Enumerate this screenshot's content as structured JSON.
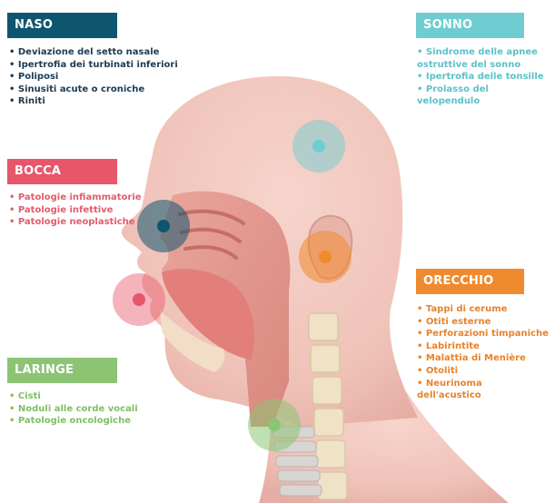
{
  "colors": {
    "naso": "#0e5570",
    "bocca": "#e8566a",
    "laringe": "#8cc474",
    "sonno": "#6fcdd1",
    "orecchio": "#f08a2e"
  },
  "sections": {
    "naso": {
      "title": "NASO",
      "items": [
        "Deviazione del setto nasale",
        "Ipertrofia dei turbinati inferiori",
        "Poliposi",
        "Sinusiti acute o croniche",
        "Riniti"
      ]
    },
    "bocca": {
      "title": "BOCCA",
      "items": [
        "Patologie infiammatorie",
        "Patologie infettive",
        "Patologie neoplastiche"
      ]
    },
    "laringe": {
      "title": "LARINGE",
      "items": [
        "Cisti",
        "Noduli alle corde vocali",
        "Patologie oncologiche"
      ]
    },
    "sonno": {
      "title": "SONNO",
      "items": [
        "Sindrome delle apnee ostruttive del sonno",
        "Ipertrofia delle tonsille",
        "Prolasso del velopendulo"
      ]
    },
    "orecchio": {
      "title": "ORECCHIO",
      "items": [
        "Tappi di cerume",
        "Otiti esterne",
        "Perforazioni timpaniche",
        "Labirintite",
        "Malattia di Menière",
        "Otoliti",
        "Neurinoma dell'acustico"
      ]
    }
  }
}
